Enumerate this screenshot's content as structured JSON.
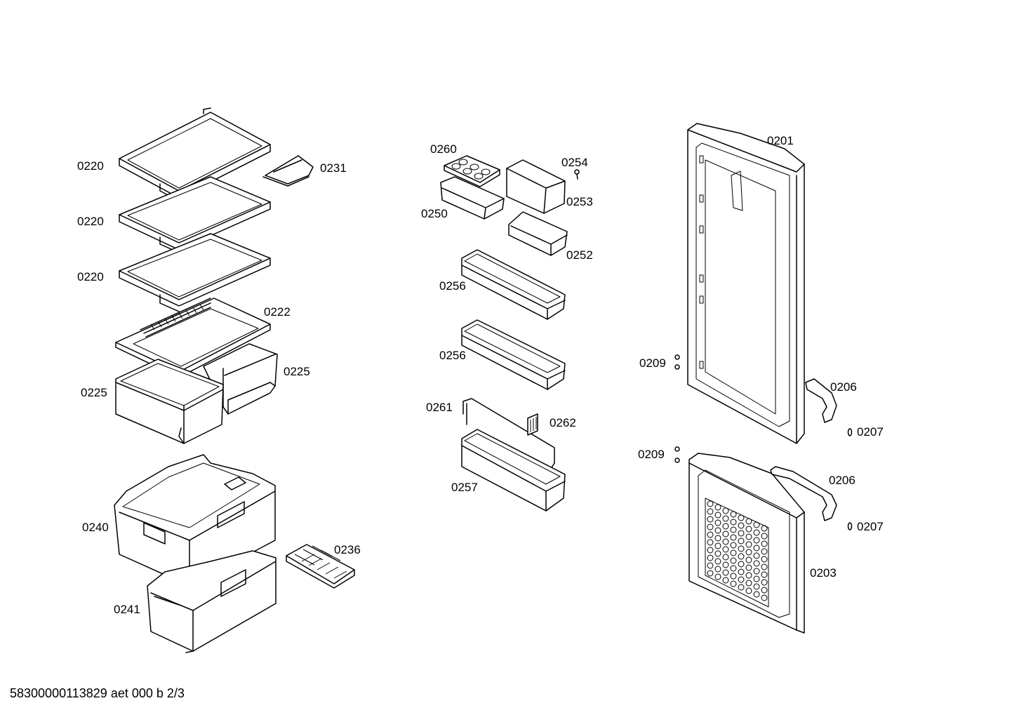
{
  "labels": {
    "l0220a": "0220",
    "l0220b": "0220",
    "l0220c": "0220",
    "l0231": "0231",
    "l0222": "0222",
    "l0225a": "0225",
    "l0225b": "0225",
    "l0240": "0240",
    "l0241": "0241",
    "l0236": "0236",
    "l0260": "0260",
    "l0254": "0254",
    "l0253": "0253",
    "l0250": "0250",
    "l0252": "0252",
    "l0256a": "0256",
    "l0256b": "0256",
    "l0261": "0261",
    "l0262": "0262",
    "l0257": "0257",
    "l0201": "0201",
    "l0209a": "0209",
    "l0209b": "0209",
    "l0206a": "0206",
    "l0206b": "0206",
    "l0207a": "0207",
    "l0207b": "0207",
    "l0203": "0203"
  },
  "footer": "58300000113829 aet 000 b 2/3"
}
